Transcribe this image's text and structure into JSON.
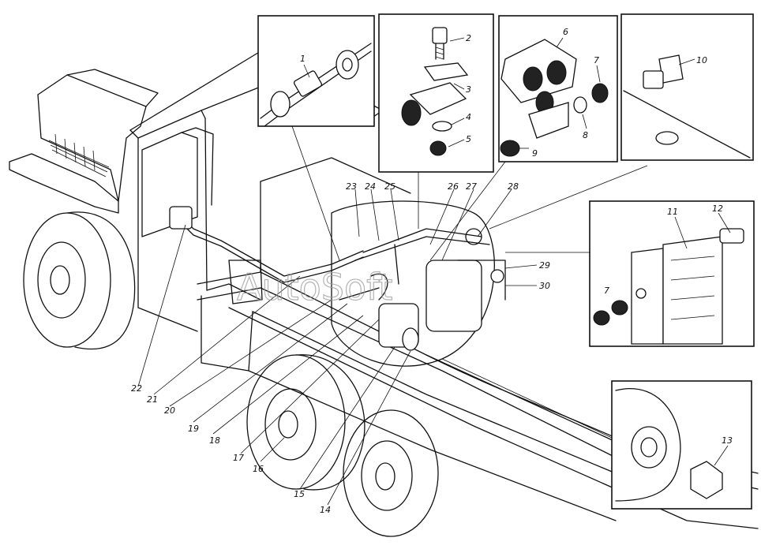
{
  "watermark": "AutoSoft",
  "callouts": [
    "1",
    "2",
    "3",
    "4",
    "5",
    "6",
    "7",
    "8",
    "9",
    "10",
    "11",
    "12",
    "13",
    "14",
    "15",
    "16",
    "17",
    "18",
    "19",
    "20",
    "21",
    "22",
    "23",
    "24",
    "25",
    "26",
    "27",
    "28",
    "29",
    "30"
  ],
  "extra_labels": {
    "seven_lower": "7"
  }
}
